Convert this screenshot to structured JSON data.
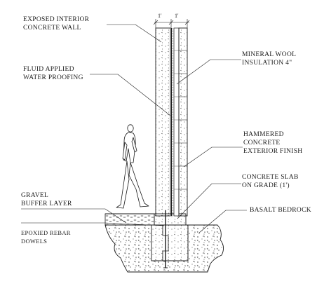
{
  "labels": {
    "exposed_wall": [
      "EXPOSED INTERIOR",
      "CONCRETE WALL"
    ],
    "waterproofing": [
      "FLUID APPLIED",
      "WATER PROOFING"
    ],
    "gravel": [
      "GRAVEL",
      "BUFFER LAYER"
    ],
    "rebar": [
      "EPOXIED REBAR",
      "DOWELS"
    ],
    "mineral_wool": [
      "MINERAL WOOL",
      "INSULATION 4\""
    ],
    "hammered": [
      "HAMMERED",
      "CONCRETE",
      "EXTERIOR FINISH"
    ],
    "slab": [
      "CONCRETE SLAB",
      "ON GRADE (1')"
    ],
    "bedrock": [
      "BASALT BEDROCK"
    ]
  },
  "dimensions": [
    "1'",
    "1'"
  ],
  "colors": {
    "line": "#1a1a1a",
    "text": "#1a1a1a",
    "background": "#ffffff"
  }
}
